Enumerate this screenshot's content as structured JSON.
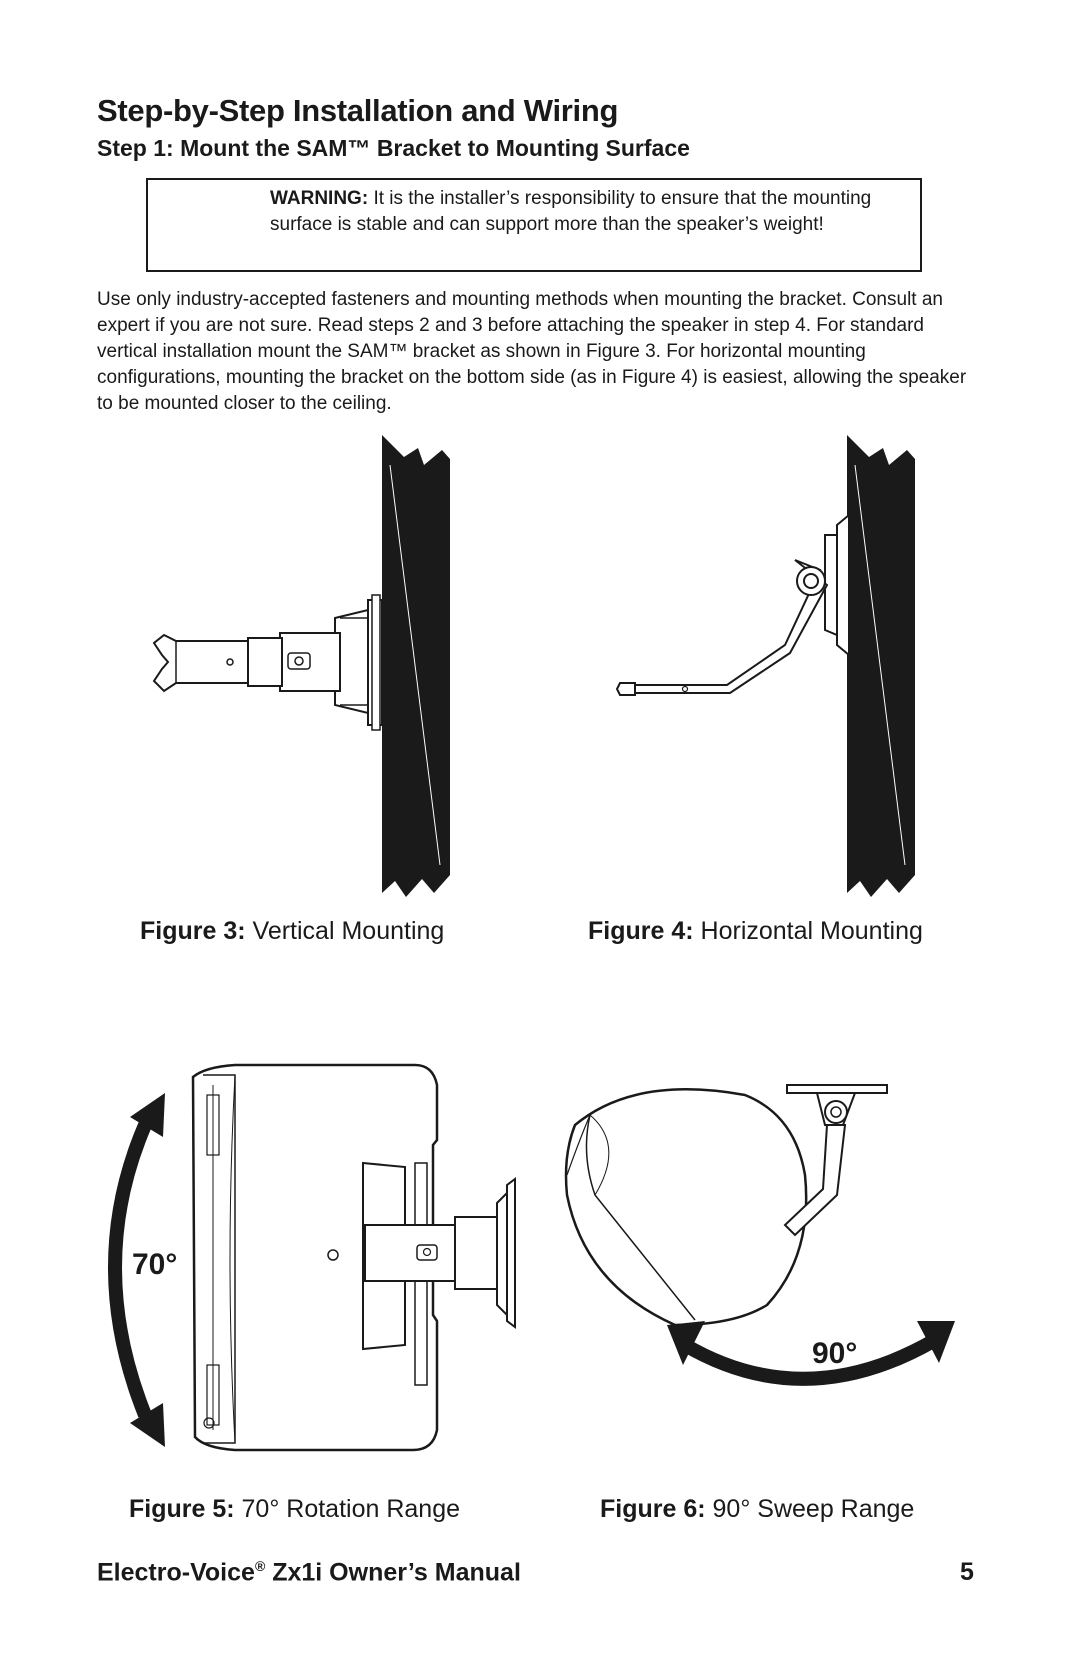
{
  "page": {
    "title": "Step-by-Step Installation and Wiring",
    "subtitle": "Step 1: Mount the SAM™ Bracket to Mounting Surface",
    "warning": {
      "label": "WARNING:",
      "text": "It is the installer’s responsibility to ensure that the mounting surface is stable and can support more than the speaker’s weight!"
    },
    "body": "Use only industry-accepted fasteners and mounting methods when mounting the bracket. Consult an expert if you are not sure. Read steps 2 and 3 before attaching the speaker in step 4. For standard vertical installation mount the SAM™ bracket as shown in Figure 3. For horizontal mounting configurations, mounting the bracket on the bottom side (as in Figure 4) is easiest, allowing the speaker to be mounted closer to the ceiling."
  },
  "figures": [
    {
      "label": "Figure 3:",
      "caption": "Vertical Mounting"
    },
    {
      "label": "Figure 4:",
      "caption": "Horizontal Mounting"
    },
    {
      "label": "Figure 5:",
      "caption": "70° Rotation Range",
      "angle": "70°"
    },
    {
      "label": "Figure 6:",
      "caption": "90° Sweep Range",
      "angle": "90°"
    }
  ],
  "footer": {
    "brand": "Electro-Voice",
    "registered": "®",
    "product": " Zx1i Owner’s Manual",
    "page_number": "5"
  },
  "colors": {
    "ink": "#1a1a1a",
    "background": "#ffffff"
  }
}
